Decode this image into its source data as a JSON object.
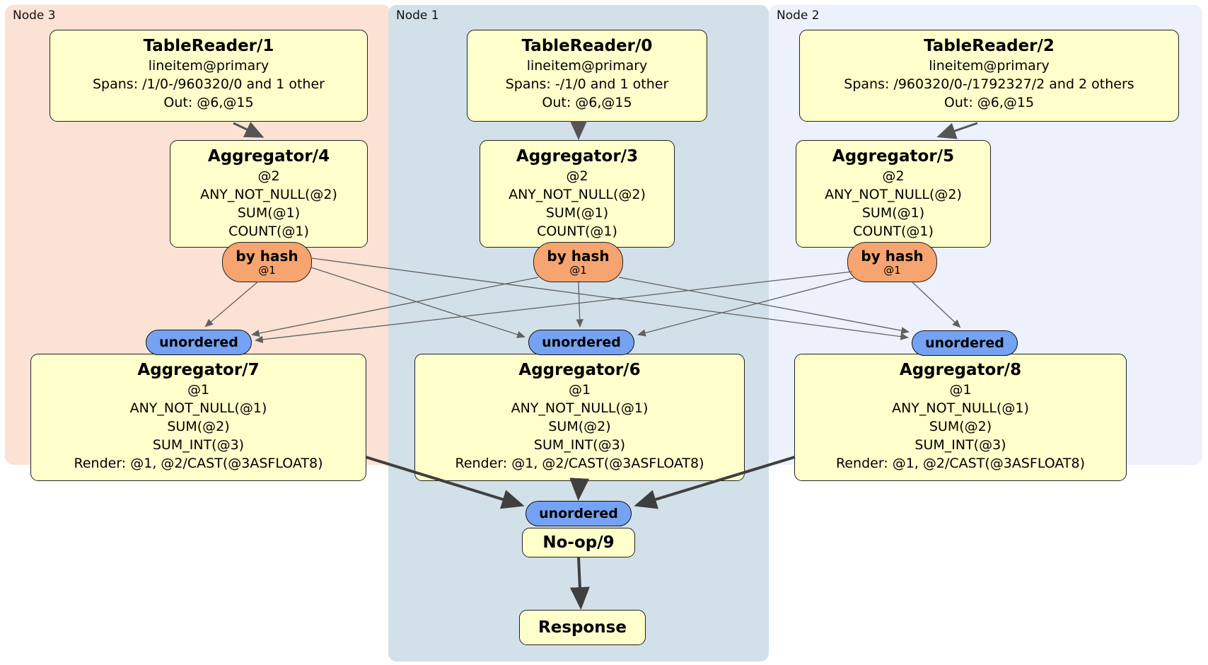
{
  "regions": [
    {
      "label": "Node 3"
    },
    {
      "label": "Node 1"
    },
    {
      "label": "Node 2"
    }
  ],
  "processors": {
    "tr1": {
      "title": "TableReader/1",
      "lines": [
        "lineitem@primary",
        "Spans: /1/0-/960320/0 and 1 other",
        "Out: @6,@15"
      ]
    },
    "tr0": {
      "title": "TableReader/0",
      "lines": [
        "lineitem@primary",
        "Spans: -/1/0 and 1 other",
        "Out: @6,@15"
      ]
    },
    "tr2": {
      "title": "TableReader/2",
      "lines": [
        "lineitem@primary",
        "Spans: /960320/0-/1792327/2 and 2 others",
        "Out: @6,@15"
      ]
    },
    "agg4": {
      "title": "Aggregator/4",
      "lines": [
        "@2",
        "ANY_NOT_NULL(@2)",
        "SUM(@1)",
        "COUNT(@1)"
      ]
    },
    "agg3": {
      "title": "Aggregator/3",
      "lines": [
        "@2",
        "ANY_NOT_NULL(@2)",
        "SUM(@1)",
        "COUNT(@1)"
      ]
    },
    "agg5": {
      "title": "Aggregator/5",
      "lines": [
        "@2",
        "ANY_NOT_NULL(@2)",
        "SUM(@1)",
        "COUNT(@1)"
      ]
    },
    "agg7": {
      "title": "Aggregator/7",
      "lines": [
        "@1",
        "ANY_NOT_NULL(@1)",
        "SUM(@2)",
        "SUM_INT(@3)",
        "Render: @1, @2/CAST(@3ASFLOAT8)"
      ]
    },
    "agg6": {
      "title": "Aggregator/6",
      "lines": [
        "@1",
        "ANY_NOT_NULL(@1)",
        "SUM(@2)",
        "SUM_INT(@3)",
        "Render: @1, @2/CAST(@3ASFLOAT8)"
      ]
    },
    "agg8": {
      "title": "Aggregator/8",
      "lines": [
        "@1",
        "ANY_NOT_NULL(@1)",
        "SUM(@2)",
        "SUM_INT(@3)",
        "Render: @1, @2/CAST(@3ASFLOAT8)"
      ]
    },
    "noop": {
      "title": "No-op/9"
    },
    "response": {
      "title": "Response"
    }
  },
  "routers": {
    "by_hash_label": "by hash",
    "by_hash_detail": "@1",
    "unordered_label": "unordered"
  },
  "colors": {
    "node3_bg": "#fbe2d5",
    "node1_bg": "#d2e0e9",
    "node2_bg": "#ecf1fb",
    "box_bg": "#ffffcc",
    "box_border": "#222222",
    "hash_bg": "#f6a470",
    "sync_bg": "#76a2f3",
    "edge_thin": "#606060",
    "edge_thick": "#3f3f3f",
    "text": "#000000"
  }
}
